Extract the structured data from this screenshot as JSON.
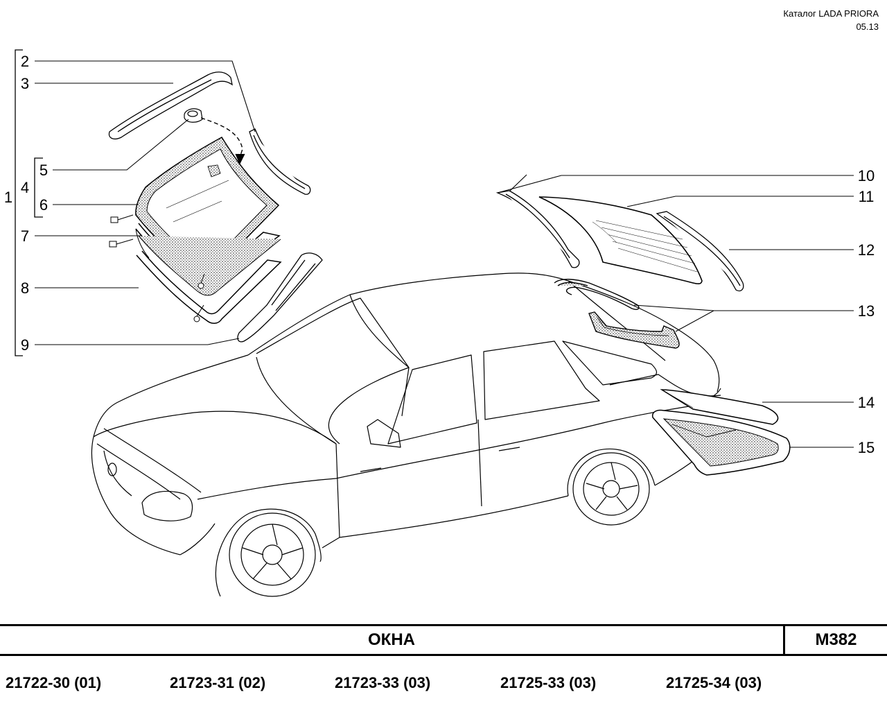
{
  "header": {
    "catalog": "Каталог  LADA  PRIORA",
    "date": "05.13"
  },
  "callouts": [
    {
      "id": "1",
      "label": "1"
    },
    {
      "id": "2",
      "label": "2"
    },
    {
      "id": "3",
      "label": "3"
    },
    {
      "id": "4",
      "label": "4"
    },
    {
      "id": "5",
      "label": "5"
    },
    {
      "id": "6",
      "label": "6"
    },
    {
      "id": "7",
      "label": "7"
    },
    {
      "id": "8",
      "label": "8"
    },
    {
      "id": "9",
      "label": "9"
    },
    {
      "id": "10",
      "label": "10"
    },
    {
      "id": "11",
      "label": "11"
    },
    {
      "id": "12",
      "label": "12"
    },
    {
      "id": "13",
      "label": "13"
    },
    {
      "id": "14",
      "label": "14"
    },
    {
      "id": "15",
      "label": "15"
    }
  ],
  "title": {
    "section": "ОКНА",
    "code": "M382"
  },
  "models": [
    "21722-30 (01)",
    "21723-31 (02)",
    "21723-33 (03)",
    "21725-33 (03)",
    "21725-34 (03)"
  ]
}
